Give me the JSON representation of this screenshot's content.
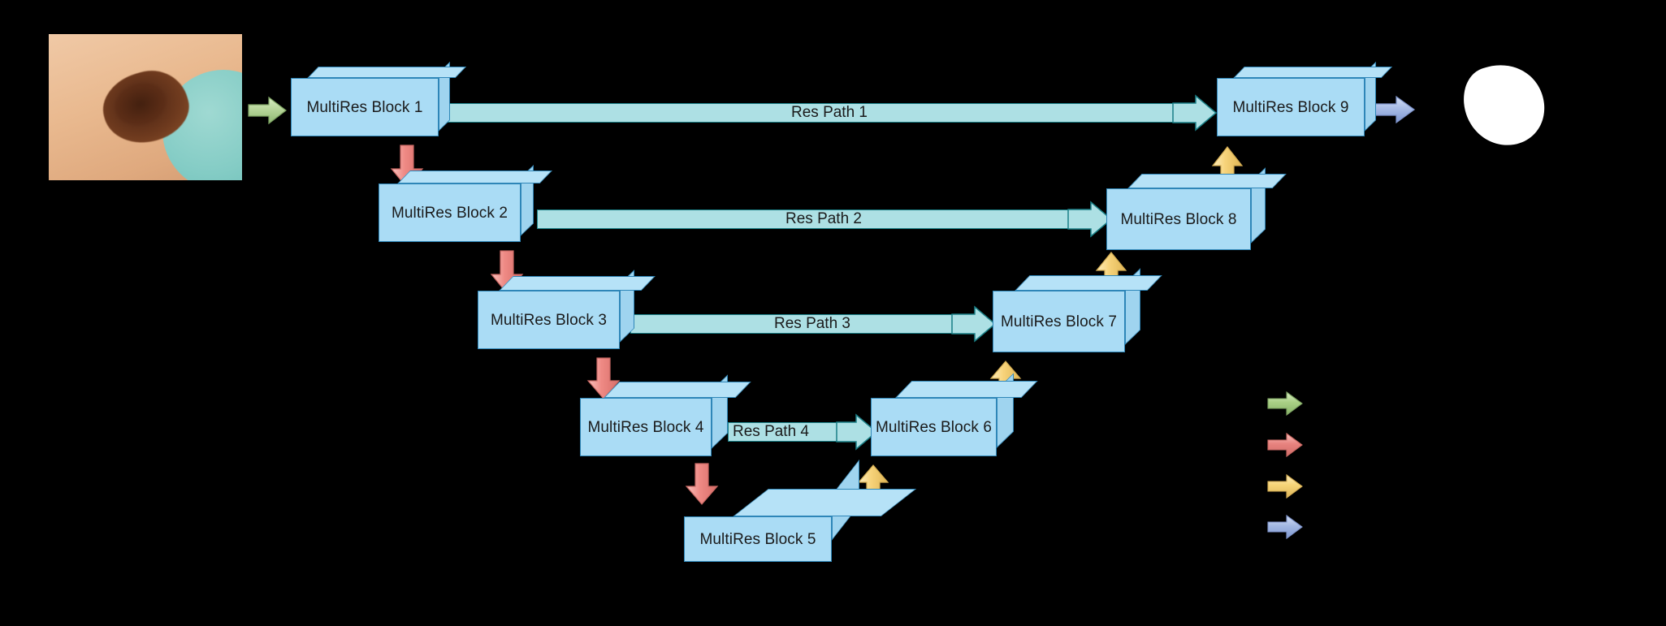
{
  "diagram": {
    "title": "MultiResUNet skin lesion segmentation architecture",
    "background_color": "#000000",
    "block_fill": "#aadcf5",
    "block_stroke": "#2e86b8",
    "respath_fill": "#ade0e4",
    "respath_stroke": "#1a7f86"
  },
  "input": {
    "name": "input-dermoscopy-image",
    "alt": "dermoscopy photo of pigmented skin lesion"
  },
  "output": {
    "name": "output-segmentation-mask",
    "alt": "white binary segmentation mask of lesion"
  },
  "blocks": [
    {
      "id": "block1",
      "label": "MultiRes Block 1"
    },
    {
      "id": "block2",
      "label": "MultiRes Block 2"
    },
    {
      "id": "block3",
      "label": "MultiRes Block 3"
    },
    {
      "id": "block4",
      "label": "MultiRes Block 4"
    },
    {
      "id": "block5",
      "label": "MultiRes Block 5"
    },
    {
      "id": "block6",
      "label": "MultiRes Block 6"
    },
    {
      "id": "block7",
      "label": "MultiRes Block 7"
    },
    {
      "id": "block8",
      "label": "MultiRes Block 8"
    },
    {
      "id": "block9",
      "label": "MultiRes Block 9"
    }
  ],
  "respaths": [
    {
      "id": "respath1",
      "label": "Res Path 1",
      "from": "MultiRes Block 1",
      "to": "MultiRes Block 9"
    },
    {
      "id": "respath2",
      "label": "Res Path 2",
      "from": "MultiRes Block 2",
      "to": "MultiRes Block 8"
    },
    {
      "id": "respath3",
      "label": "Res Path 3",
      "from": "MultiRes Block 3",
      "to": "MultiRes Block 7"
    },
    {
      "id": "respath4",
      "label": "Res Path 4",
      "from": "MultiRes Block 4",
      "to": "MultiRes Block 6"
    }
  ],
  "legend": {
    "items": [
      {
        "id": "legend-green",
        "color": "#a9cf85",
        "direction": "right"
      },
      {
        "id": "legend-red",
        "color": "#e8837f",
        "direction": "right"
      },
      {
        "id": "legend-yellow",
        "color": "#f6d477",
        "direction": "right"
      },
      {
        "id": "legend-blue",
        "color": "#a3b8e3",
        "direction": "right"
      }
    ]
  },
  "arrow_colors": {
    "input_green": "#b7d69a",
    "downsample_red": "#ef8a85",
    "upsample_yellow": "#f7d37a",
    "output_blue": "#a8bce6"
  }
}
